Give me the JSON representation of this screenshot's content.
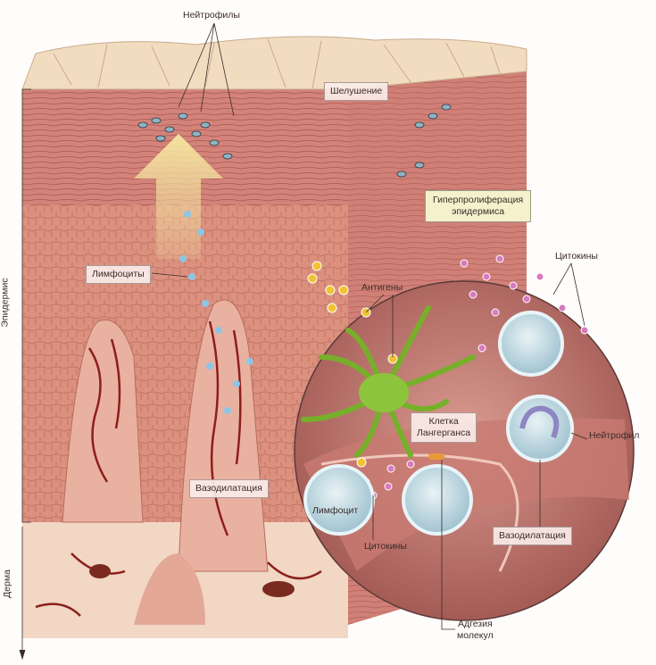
{
  "labels": {
    "neutrophils": "Нейтрофилы",
    "scaling": "Шелушение",
    "hyperproliferation_line1": "Гиперпролиферация",
    "hyperproliferation_line2": "эпидермиса",
    "lymphocytes": "Лимфоциты",
    "antigens": "Антигены",
    "cytokines_top": "Цитокины",
    "langerhans_line1": "Клетка",
    "langerhans_line2": "Лангерганса",
    "neutrophil": "Нейтрофил",
    "vasodilation_left": "Вазодилатация",
    "lymphocyte": "Лимфоцит",
    "cytokines_bottom": "Цитокины",
    "vasodilation_right": "Вазодилатация",
    "adhesion_line1": "Адгезия",
    "adhesion_line2": "молекул",
    "epidermis": "Эпидермис",
    "dermis": "Дерма"
  },
  "colors": {
    "skin": "#d98a7a",
    "skin_dark": "#b85a4e",
    "scale": "#f2dcc0",
    "langerhans": "#8cc43c",
    "cell": "#cfe3ea",
    "cytokine": "#d77bbf",
    "antigen": "#f1c232",
    "label_box": "#f4f1cc"
  }
}
